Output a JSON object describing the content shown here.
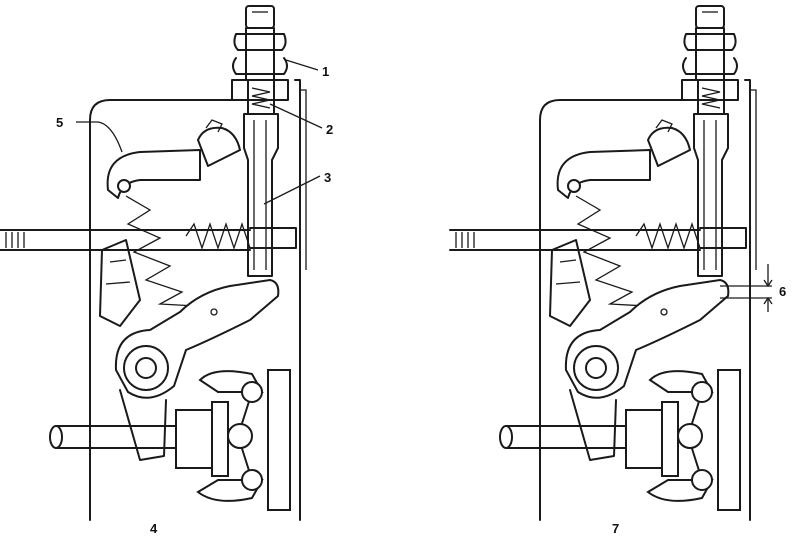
{
  "figures": [
    {
      "caption": "4"
    },
    {
      "caption": "7"
    }
  ],
  "callouts": [
    {
      "number": "1"
    },
    {
      "number": "2"
    },
    {
      "number": "3"
    },
    {
      "number": "5"
    },
    {
      "number": "6"
    }
  ]
}
